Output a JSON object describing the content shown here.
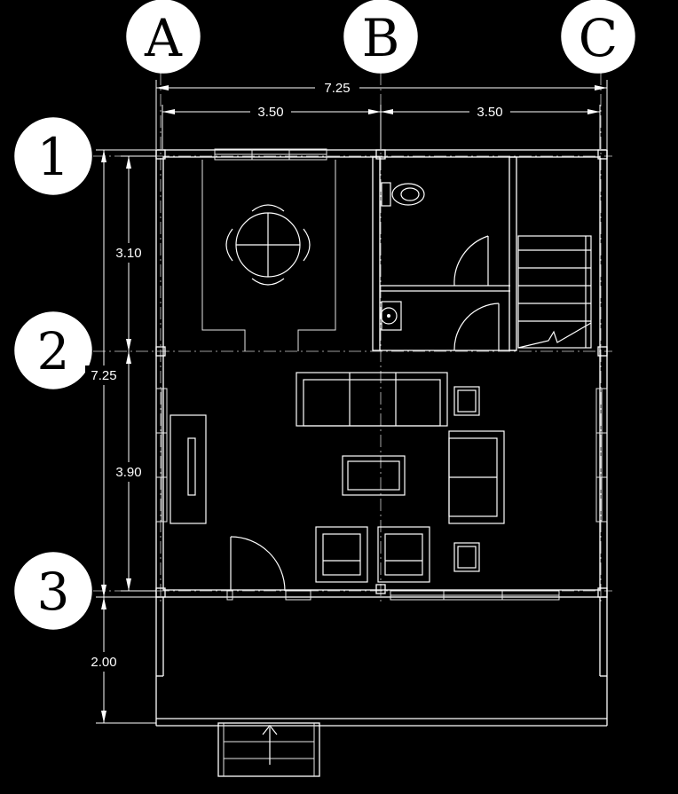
{
  "grid_labels": {
    "columns": [
      "A",
      "B",
      "C"
    ],
    "rows": [
      "1",
      "2",
      "3"
    ]
  },
  "dimensions": {
    "top_overall": "7.25",
    "top_a_b": "3.50",
    "top_b_c": "3.50",
    "left_overall": "7.25",
    "left_1_2": "3.10",
    "left_2_3": "3.90",
    "left_porch": "2.00"
  },
  "colors": {
    "background": "#000000",
    "lines": "#ffffff"
  },
  "icons": [
    "dining-table-icon",
    "toilet-icon",
    "sink-icon",
    "sofa-icon",
    "armchair-icon",
    "coffee-table-icon",
    "tv-console-icon",
    "door-swing-icon",
    "stair-icon",
    "entry-arrow-icon"
  ]
}
